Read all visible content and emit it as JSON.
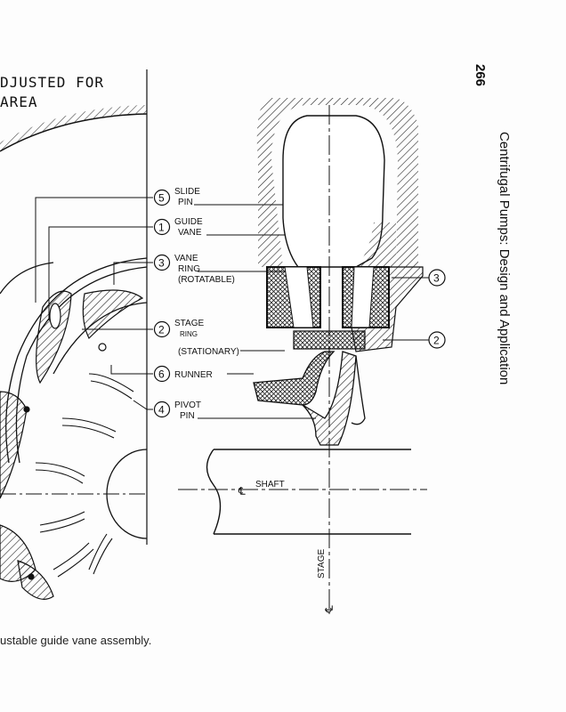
{
  "page": {
    "page_number": "266",
    "running_title": "Centrifugal Pumps: Design and Application",
    "caption": "ustable guide vane assembly."
  },
  "figure": {
    "top_note_line1": "DJUSTED FOR",
    "top_note_line2": "AREA",
    "callouts": [
      {
        "number": "5",
        "line1": "SLIDE",
        "line2": "PIN",
        "line3": ""
      },
      {
        "number": "1",
        "line1": "GUIDE",
        "line2": "VANE",
        "line3": ""
      },
      {
        "number": "3",
        "line1": "VANE",
        "line2": "RING",
        "line3": "(ROTATABLE)"
      },
      {
        "number": "2",
        "line1": "STAGE",
        "line2": "RING",
        "line3": "(STATIONARY)"
      },
      {
        "number": "6",
        "line1": "RUNNER",
        "line2": "",
        "line3": ""
      },
      {
        "number": "4",
        "line1": "PIVOT",
        "line2": "PIN",
        "line3": ""
      }
    ],
    "right_callout_3": "3",
    "right_callout_2": "2",
    "shaft_label": "SHAFT",
    "shaft_centerline_symbol": "℄",
    "stage_label": "STAGE",
    "stage_centerline_symbol": "℄"
  }
}
